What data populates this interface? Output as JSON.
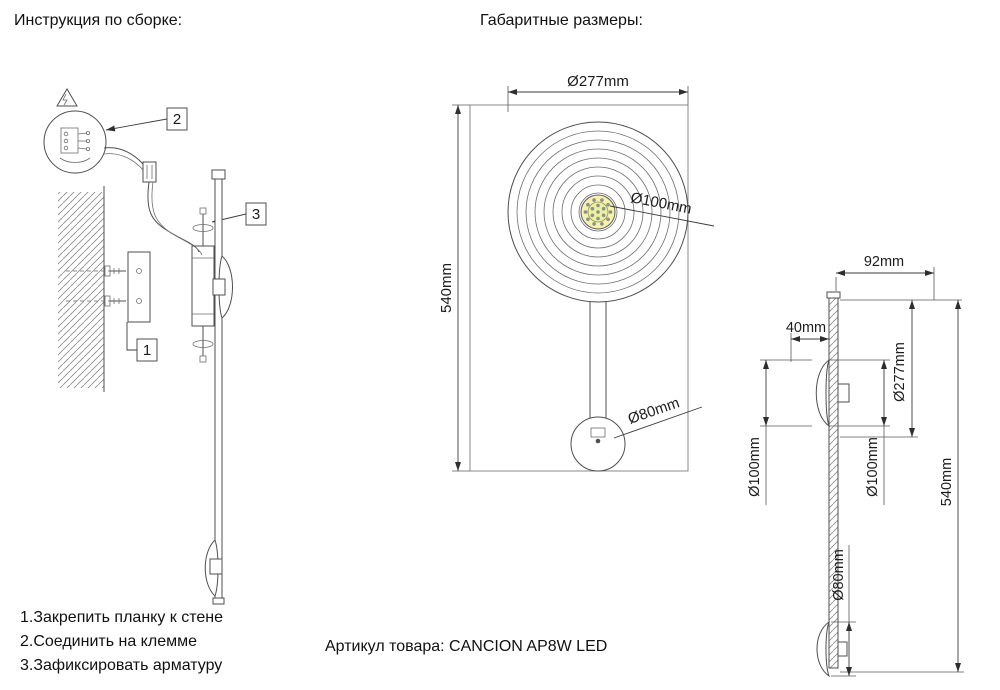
{
  "titles": {
    "assembly": "Инструкция по сборке:",
    "dimensions": "Габаритные размеры:"
  },
  "article": {
    "text": "Артикул товара: CANCION AP8W LED"
  },
  "instructions": [
    "1.Закрепить планку к стене",
    "2.Соединить на клемме",
    "3.Зафиксировать арматуру"
  ],
  "callouts": {
    "one": "1",
    "two": "2",
    "three": "3"
  },
  "front_view": {
    "dia_outer": "Ø277mm",
    "dia_inner": "Ø100mm",
    "height": "540mm",
    "dia_bottom": "Ø80mm",
    "led_glow_color": "#f6f2ae",
    "led_inner_color": "#edf0a0"
  },
  "side_view": {
    "width_top": "92mm",
    "depth": "40mm",
    "dia_outer": "Ø277mm",
    "dia_plate_left": "Ø100mm",
    "dia_plate_right": "Ø100mm",
    "height": "540mm",
    "dia_bottom": "Ø80mm"
  }
}
